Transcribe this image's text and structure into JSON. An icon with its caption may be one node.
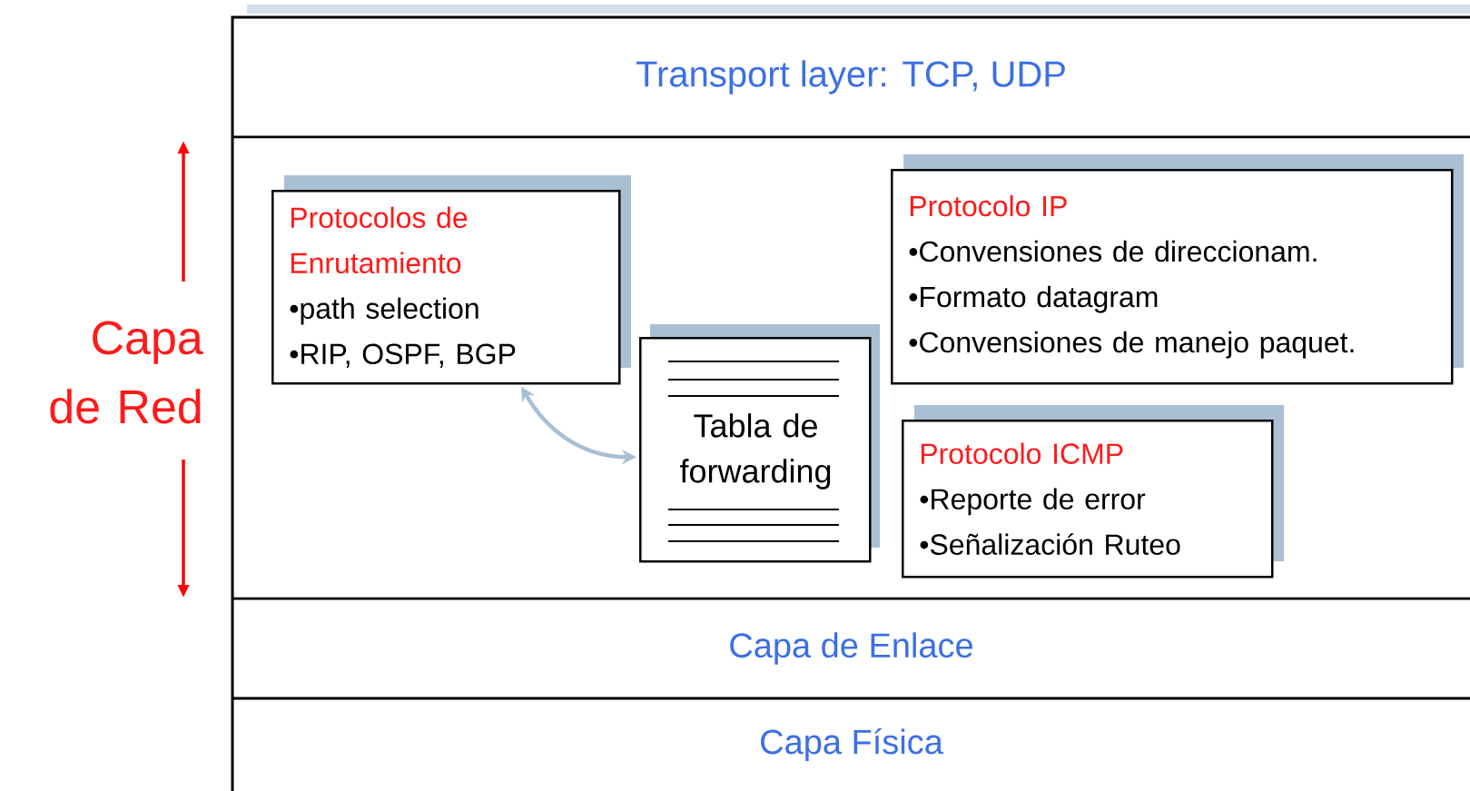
{
  "diagram": {
    "nodes": [
      {
        "text": [
          "Transport layer: TCP, UDP"
        ]
      },
      {
        "text": [
          "Capa de Red"
        ]
      },
      {
        "text": [
          "Protocolos de Enrutamiento",
          "•path selection",
          "•RIP, OSPF, BGP"
        ],
        "in": 1
      },
      {
        "text": [
          "Tabla de forwarding"
        ],
        "in": 1
      },
      {
        "text": [
          "Protocolo IP",
          "•Convensiones de direccionam.",
          "•Formato datagram",
          "•Convensiones de manejo paquet."
        ],
        "in": 1
      },
      {
        "text": [
          "Protocolo ICMP",
          "•Reporte de error",
          "•Señalización Ruteo"
        ],
        "in": 1
      },
      {
        "text": [
          "Capa de Enlace"
        ]
      },
      {
        "text": [
          "Capa Física"
        ]
      }
    ],
    "edges": [
      {
        "from": 2,
        "to": 3,
        "arrow": "both",
        "color": "#a9bfd3"
      }
    ]
  }
}
